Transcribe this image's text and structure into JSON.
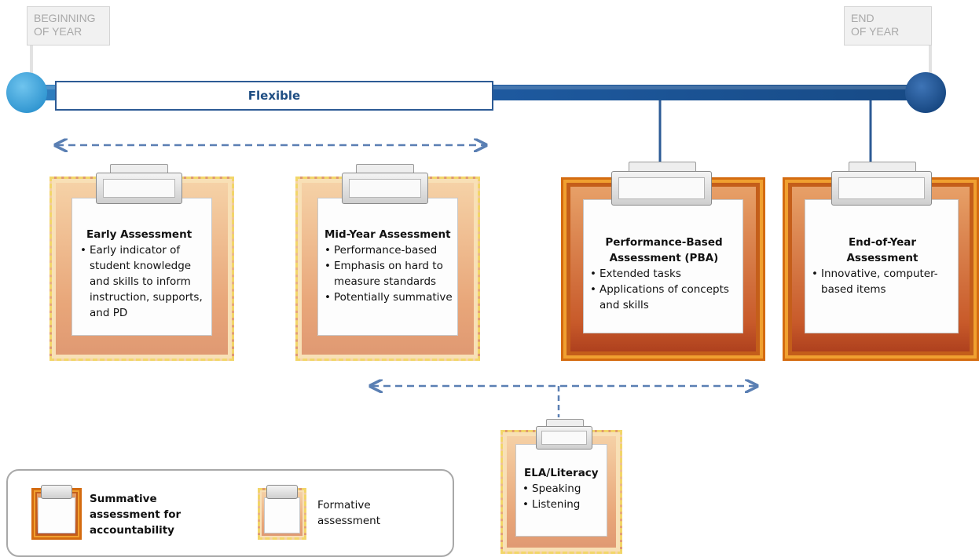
{
  "flags": {
    "begin": [
      "BEGINNING",
      "OF YEAR"
    ],
    "end": [
      "END",
      "OF YEAR"
    ]
  },
  "timeline": {
    "flexible_label": "Flexible",
    "colors": {
      "light": "#3a9fd6",
      "dark": "#1b4f8c",
      "box_border": "#2d5b95",
      "arrow": "#5a7fb3"
    }
  },
  "assessments": {
    "early": {
      "title": "Early Assessment",
      "bullets": [
        "Early indicator of student knowledge and skills to inform instruction, supports, and PD"
      ],
      "kind": "formative"
    },
    "midyear": {
      "title": "Mid-Year Assessment",
      "bullets": [
        "Performance-based",
        "Emphasis on hard to measure standards",
        "Potentially summative"
      ],
      "kind": "formative"
    },
    "pba": {
      "title_lines": [
        "Performance-Based",
        "Assessment (PBA)"
      ],
      "bullets": [
        "Extended tasks",
        "Applications of concepts and skills"
      ],
      "kind": "summative"
    },
    "eoy": {
      "title_lines": [
        "End-of-Year",
        "Assessment"
      ],
      "bullets": [
        "Innovative, computer-based items"
      ],
      "kind": "summative"
    },
    "ela": {
      "title": "ELA/Literacy",
      "bullets": [
        "Speaking",
        "Listening"
      ],
      "kind": "formative"
    }
  },
  "legend": {
    "summative_label": "Summative assessment for accountability",
    "formative_label": "Formative assessment"
  }
}
